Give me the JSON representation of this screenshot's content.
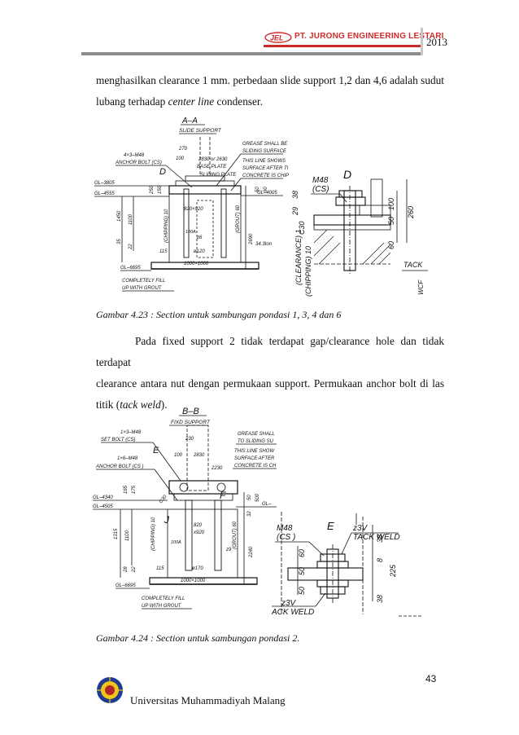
{
  "header": {
    "logo_text": "JEL",
    "company": "PT. JURONG ENGINEERING LESTARI",
    "year": "2013",
    "brand_color": "#d12b2b"
  },
  "paragraphs": {
    "p1_line1": "menghasilkan clearance 1 mm. perbedaan slide support 1,2 dan 4,6 adalah sudut",
    "p1_line2_a": "lubang terhadap ",
    "p1_line2_em": "center line",
    "p1_line2_b": " condenser.",
    "p2_line1": "Pada fixed support 2 tidak terdapat gap/clearance hole dan tidak terdapat",
    "p2_line2": "clearance antara nut dengan permukaan support. Permukaan anchor bolt di las",
    "p2_line3_a": "titik (",
    "p2_line3_em": "tack weld",
    "p2_line3_b": ")."
  },
  "figure1": {
    "caption": "Gambar 4.23 : Section untuk sambungan pondasi 1, 3, 4 dan 6",
    "section_title": "A–A",
    "section_subtitle": "SLIDE SUPPORT",
    "labels": {
      "grease": "GREASE SHALL BE",
      "sliding_surface": "SLIDING SURFACE",
      "line_shows": "THIS LINE SHOWS",
      "surface_after": "SURFACE AFTER TI",
      "concrete_chip": "CONCRETE IS CHIP",
      "anchor_bolt_qty": "4×3–M48",
      "anchor_bolt": "ANCHOR BOLT (CS)",
      "base_plate": "BASE PLATE",
      "sliding_plate": "SLIDING PLATE",
      "dim_270": "270",
      "dim_100": "100",
      "dim_2830": "2830 or 2630",
      "detail_mark": "D",
      "gl_top": "GL–3805",
      "gl_mid": "GL–4555",
      "gl_right": "GL–4005",
      "gl_bottom": "GL–6695",
      "dim_1450": "1450",
      "dim_1100": "1100",
      "dim_35": "35",
      "dim_22": "22",
      "dim_250": "250",
      "dim_150": "150",
      "chipping": "(CHIPPING) 10",
      "grout": "(GROUT) 60",
      "dim_2690": "2690",
      "dim_820": "820×920",
      "dim_100a": "100A",
      "dim_115": "115",
      "dim_phi120": "ø120",
      "dim_1000": "1000×1000",
      "dim_z6": "z6",
      "dim_50": "50",
      "dim_90": "90",
      "angle": "34.3ton",
      "fill": "COMPLETELY FILL",
      "grout_up": "UP WITH GROUT"
    },
    "detail": {
      "mark": "D",
      "bolt": "M48",
      "bolt_mat": "(CS)",
      "dim_38": "38",
      "dim_29": "29",
      "c30": "C30",
      "clearance": "(CLEARANCE) 1",
      "chipping": "(CHIPPING) 10",
      "dim_100": "100",
      "dim_50": "50",
      "dim_60": "60",
      "dim_260": "260",
      "tack": "TACK",
      "wcf": "WCF"
    }
  },
  "figure2": {
    "caption": "Gambar 4.24 : Section untuk sambungan pondasi 2.",
    "section_title": "B–B",
    "section_subtitle": "FIXD SUPPORT",
    "labels": {
      "set_bolt_qty": "1×3–M48",
      "set_bolt": "SET BOLT (CS)",
      "anchor_qty": "1×6–M48",
      "anchor_bolt": "ANCHOR BOLT (CS )",
      "detail_e": "E",
      "dim_230": "230",
      "dim_100": "100",
      "dim_2830": "2830",
      "dim_2230": "2230",
      "grease": "GREASE SHALL",
      "sliding": "TO SLIDING SU",
      "line_shows": "THIS LINE SHOW",
      "surface_after": "SURFACE AFTER",
      "concrete": "CONCRETE IS CH",
      "gl_a": "GL–4340",
      "gl_b": "GL–4505",
      "gl_right": "GL–",
      "gl_bottom": "GL–6695",
      "detail_f": "F",
      "detail_j": "J",
      "dim_165": "165",
      "dim_175": "175",
      "dim_1315": "1315",
      "dim_1100": "1100",
      "dim_28": "28",
      "dim_22": "22",
      "chipping": "(CHIPPING) 10",
      "grout": "(GROUT) 60",
      "dim_2240": "2240",
      "dim_820": "820",
      "dim_x920": "x920",
      "dim_100a": "100A",
      "dim_115": "115",
      "dim_phi170": "ø170",
      "dim_1000": "1000×1000",
      "dim_z9": "z9",
      "dim_50": "50",
      "dim_500": "500",
      "dim_32": "32",
      "fill": "COMPLETELY FILL",
      "grout_up": "UP WITH GROUT",
      "c30": "C30"
    },
    "detail": {
      "mark": "E",
      "bolt": "M48",
      "bolt_mat": "(CS )",
      "weld_top": "z3V",
      "tack_top": "TACK WELD",
      "weld_bottom": "z3V",
      "tack_bottom": "ACK WELD",
      "dim_38": "38",
      "dim_8": "8",
      "dim_225": "225",
      "dim_60": "60",
      "dim_50": "50",
      "dim_50b": "50",
      "dim_38b": "38"
    }
  },
  "footer": {
    "page_number": "43",
    "university": "Universitas Muhammadiyah Malang"
  }
}
